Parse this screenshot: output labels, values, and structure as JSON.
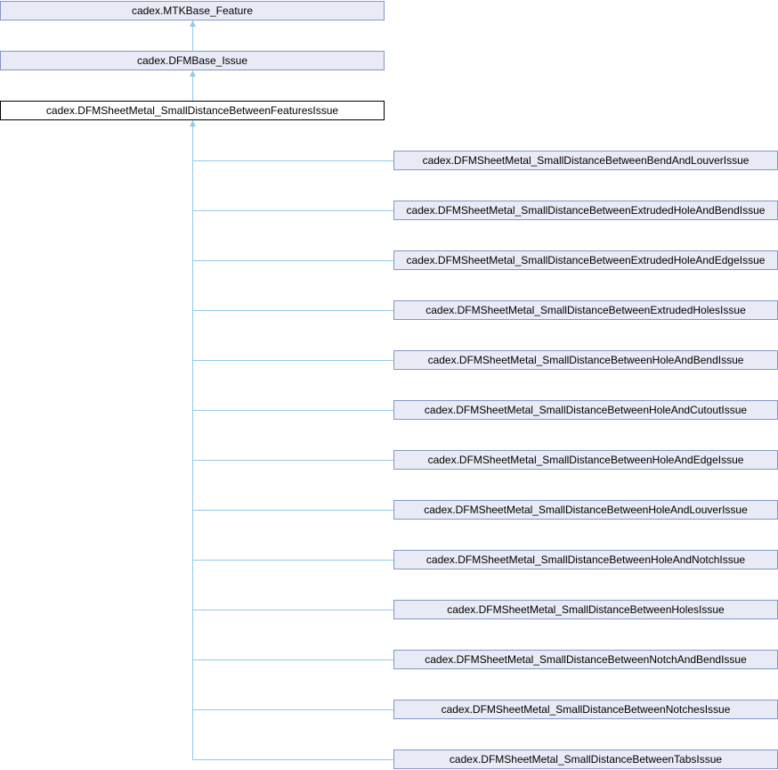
{
  "ancestors": [
    "cadex.MTKBase_Feature",
    "cadex.DFMBase_Issue"
  ],
  "current": "cadex.DFMSheetMetal_SmallDistanceBetweenFeaturesIssue",
  "children": [
    "cadex.DFMSheetMetal_SmallDistanceBetweenBendAndLouverIssue",
    "cadex.DFMSheetMetal_SmallDistanceBetweenExtrudedHoleAndBendIssue",
    "cadex.DFMSheetMetal_SmallDistanceBetweenExtrudedHoleAndEdgeIssue",
    "cadex.DFMSheetMetal_SmallDistanceBetweenExtrudedHolesIssue",
    "cadex.DFMSheetMetal_SmallDistanceBetweenHoleAndBendIssue",
    "cadex.DFMSheetMetal_SmallDistanceBetweenHoleAndCutoutIssue",
    "cadex.DFMSheetMetal_SmallDistanceBetweenHoleAndEdgeIssue",
    "cadex.DFMSheetMetal_SmallDistanceBetweenHoleAndLouverIssue",
    "cadex.DFMSheetMetal_SmallDistanceBetweenHoleAndNotchIssue",
    "cadex.DFMSheetMetal_SmallDistanceBetweenHolesIssue",
    "cadex.DFMSheetMetal_SmallDistanceBetweenNotchAndBendIssue",
    "cadex.DFMSheetMetal_SmallDistanceBetweenNotchesIssue",
    "cadex.DFMSheetMetal_SmallDistanceBetweenTabsIssue"
  ],
  "colors": {
    "edge": "#93c9ea",
    "node_fill": "#e8ebf5",
    "node_border": "#8397c6"
  }
}
